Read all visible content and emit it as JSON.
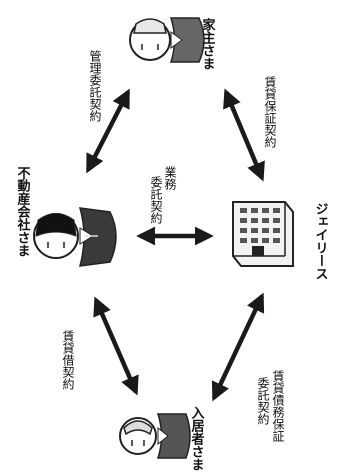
{
  "parties": {
    "owner": "家主さま",
    "agency": "不動産会社さま",
    "jayless": "ジェイリース",
    "tenant": "入居者さま"
  },
  "contracts": {
    "management": "管理委託契約",
    "business_1": "業務",
    "business_2": "委託契約",
    "rental_guarantee": "賃貸保証契約",
    "lease": "賃貸借契約",
    "guarantee_entrust_1": "賃貸債務保証",
    "guarantee_entrust_2": "委託契約"
  },
  "colors": {
    "arrow": "#1a1a1a",
    "line": "#222222"
  }
}
